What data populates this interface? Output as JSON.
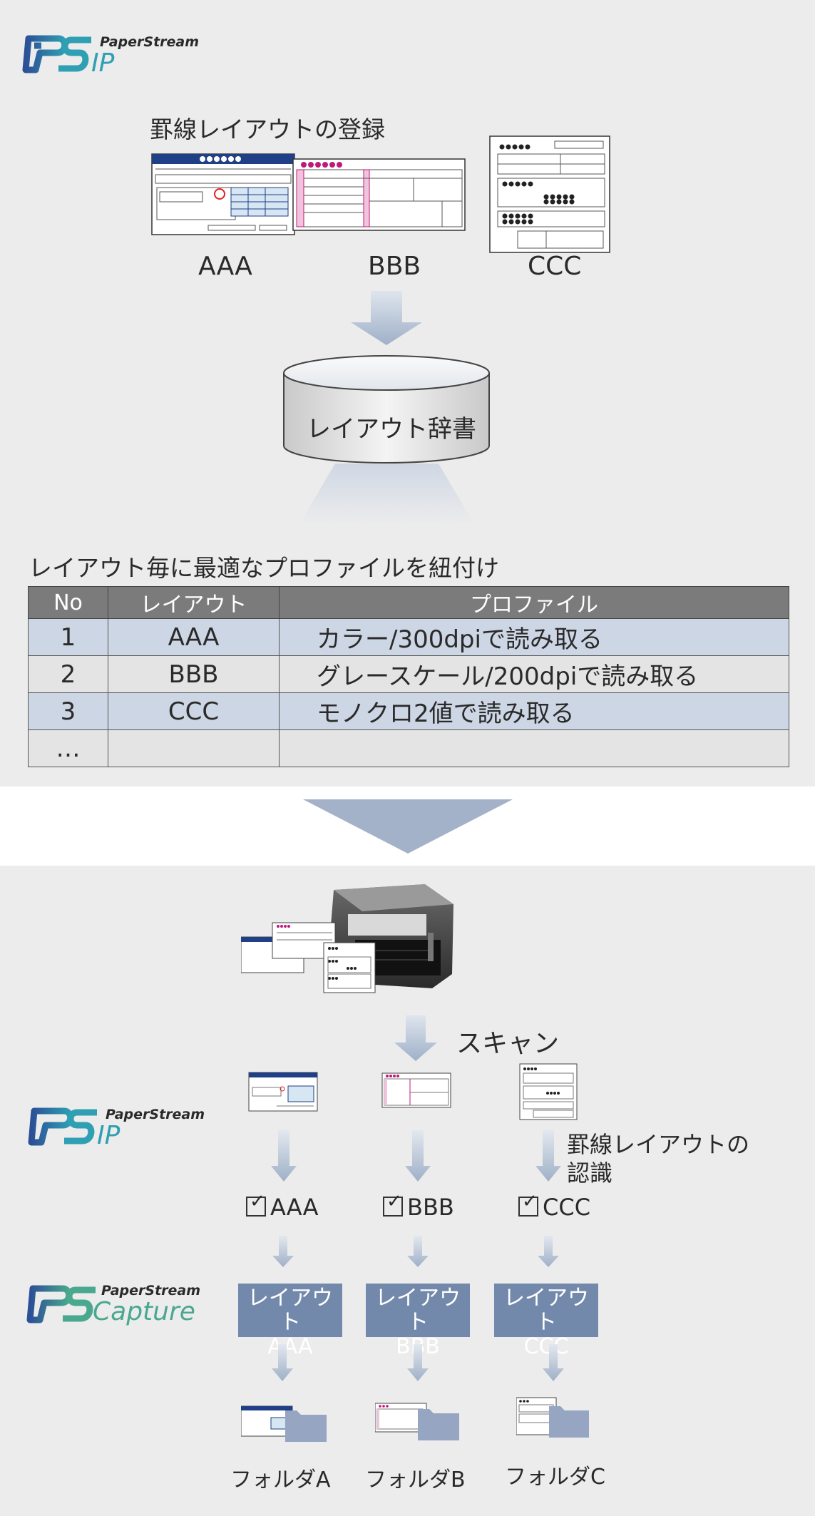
{
  "brand": {
    "paperstream": "PaperStream",
    "ip": "IP",
    "capture": "Capture"
  },
  "section1": {
    "title": "罫線レイアウトの登録",
    "layouts": [
      "AAA",
      "BBB",
      "CCC"
    ],
    "dictionary": "レイアウト辞書",
    "link_title": "レイアウト毎に最適なプロファイルを紐付け"
  },
  "table": {
    "headers": [
      "No",
      "レイアウト",
      "プロファイル"
    ],
    "rows": [
      {
        "no": "1",
        "layout": "AAA",
        "profile": "カラー/300dpiで読み取る"
      },
      {
        "no": "2",
        "layout": "BBB",
        "profile": "グレースケール/200dpiで読み取る"
      },
      {
        "no": "3",
        "layout": "CCC",
        "profile": "モノクロ2値で読み取る"
      },
      {
        "no": "…",
        "layout": "",
        "profile": ""
      }
    ]
  },
  "section2": {
    "scan": "スキャン",
    "recognition_line1": "罫線レイアウトの",
    "recognition_line2": "認識",
    "checks": [
      "AAA",
      "BBB",
      "CCC"
    ],
    "check_mark": "✓",
    "layout_box_label": "レイアウト",
    "layout_boxes": [
      "AAA",
      "BBB",
      "CCC"
    ],
    "folders": [
      "フォルダA",
      "フォルダB",
      "フォルダC"
    ]
  },
  "colors": {
    "panel_bg": "#ececec",
    "arrow": "#a3b2c8",
    "header_bg": "#7b7b7b",
    "row_blue": "#cdd6e4",
    "layout_box": "#7389ab",
    "brand_blue": "#2c4f96",
    "brand_teal": "#2f9fb3",
    "brand_green": "#49a88e"
  }
}
